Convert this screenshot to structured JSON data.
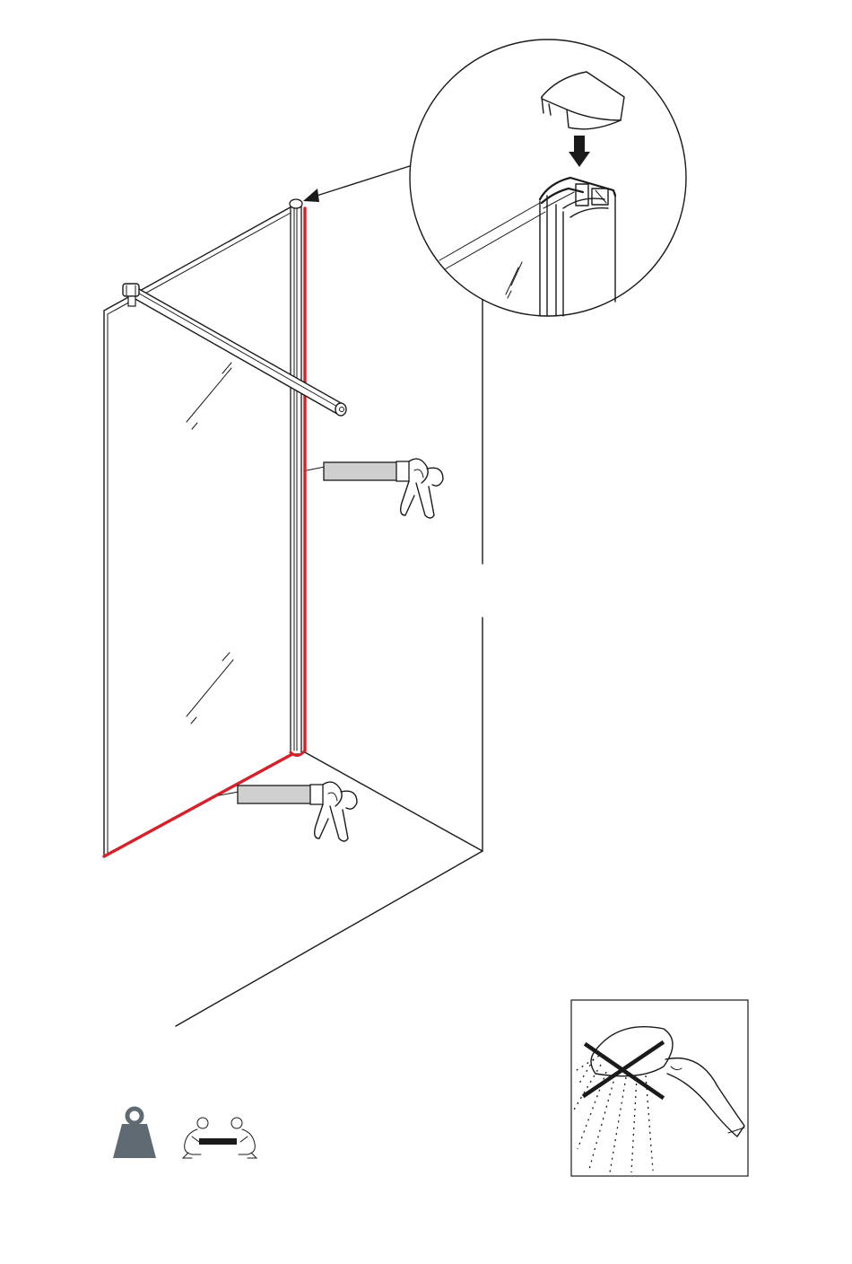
{
  "colors": {
    "line": "#1a1a1a",
    "silicone_seal": "#d6202a",
    "caulk_tube": "#cfcfcf",
    "weight_icon": "#5f6a72",
    "background": "#ffffff"
  },
  "icons": {
    "weight": "weight-icon",
    "two_person_lift": "two-person-lift-icon",
    "no_shower_spray": "no-water-spray-icon",
    "caulking_gun": "caulking-gun-icon",
    "insert_arrow": "down-arrow-icon"
  },
  "notices": {
    "heavy_item": "heavy-item",
    "two_people_required": "two-people-required",
    "no_water_until_silicone_cured": "no-water-spray"
  }
}
